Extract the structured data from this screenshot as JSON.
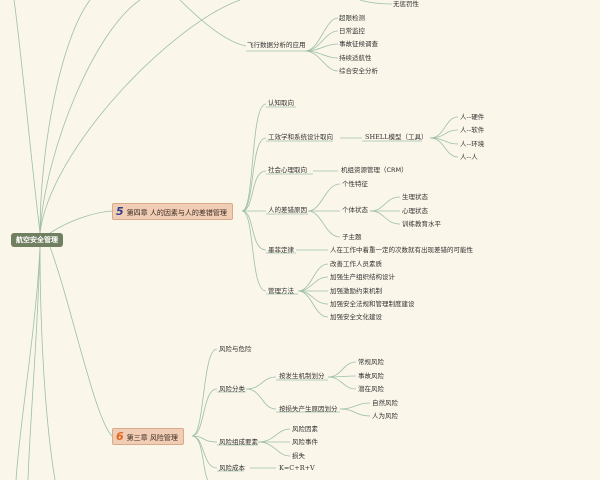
{
  "root": "航空安全管理",
  "top": {
    "partial": "无惩罚性",
    "fda": "飞行数据分析的应用",
    "fda_items": [
      "超限检测",
      "日常监控",
      "事故征候调查",
      "持续适航性",
      "综合安全分析"
    ]
  },
  "ch5": {
    "num": "5",
    "title": "第四章 人的因素与人的差错管理",
    "renzhi": "认知取向",
    "gongxue": "工效学和系统设计取向",
    "shell": "SHELL模型（工具）",
    "shell_items": [
      "人--硬件",
      "人--软件",
      "人--环境",
      "人--人"
    ],
    "shehui": "社会心理取向",
    "crm": "机组资源管理（CRM）",
    "chacuo": "人的差错原因",
    "gexing": "个性特征",
    "geti": "个体状态",
    "geti_items": [
      "生理状态",
      "心理状态",
      "训练教育水平"
    ],
    "zizhuti": "子主题",
    "mofei": "墨菲定律",
    "mofei_desc": "人在工作中着重一定的次数就有出现差错的可能性",
    "guanli": "管理方法",
    "guanli_items": [
      "改善工作人员素质",
      "加强生产组织结构设计",
      "加强激励约束机制",
      "加强安全法规和管理制度建设",
      "加强安全文化建设"
    ]
  },
  "ch6": {
    "num": "6",
    "title": "第三章 风险管理",
    "wxyh": "风险与危险",
    "fenlei": "风险分类",
    "fasheng": "按发生机制划分",
    "fasheng_items": [
      "常规风险",
      "事故风险",
      "潜在风险"
    ],
    "chansheng": "按损失产生原因划分",
    "chansheng_items": [
      "自然风险",
      "人为风险"
    ],
    "zucheng": "风险组成要素",
    "zucheng_items": [
      "风险因素",
      "风险事件",
      "损失"
    ],
    "chengben": "风险成本",
    "formula": "K=C+R+V"
  }
}
